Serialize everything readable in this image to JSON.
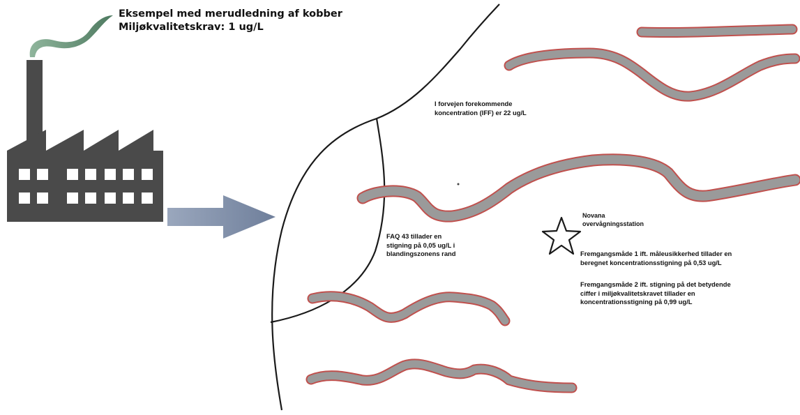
{
  "title": {
    "line1": "Eksempel med merudledning af kobber",
    "line2": "Miljøkvalitetskrav: 1 ug/L"
  },
  "labels": {
    "iff": [
      "I forvejen forekommende",
      "koncentration (IFF) er 22 ug/L"
    ],
    "faq": [
      "FAQ 43 tillader en",
      "stigning på 0,05 ug/L i",
      "blandingszonens rand"
    ],
    "station": [
      "Novana",
      "overvågningsstation"
    ],
    "method1": [
      "Fremgangsmåde 1 ift. måleusikkerhed tillader en",
      "beregnet koncentrationsstigning på 0,53 ug/L"
    ],
    "method2": [
      "Fremgangsmåde 2 ift. stigning på det betydende",
      "ciffer i miljøkvalitetskravet tillader en",
      "koncentrationsstigning på 0,99 ug/L"
    ]
  },
  "icons": [
    "factory-icon",
    "smoke-icon",
    "arrow-icon",
    "star-icon"
  ],
  "colors": {
    "factory": "#4a4a4a",
    "windows": "#ffffff",
    "smoke": "#5b8a6f",
    "arrow": "#7a8aa6",
    "plume_fill": "#9a9a9a",
    "plume_edge": "#c0504d",
    "lines": "#1a1a1a"
  }
}
